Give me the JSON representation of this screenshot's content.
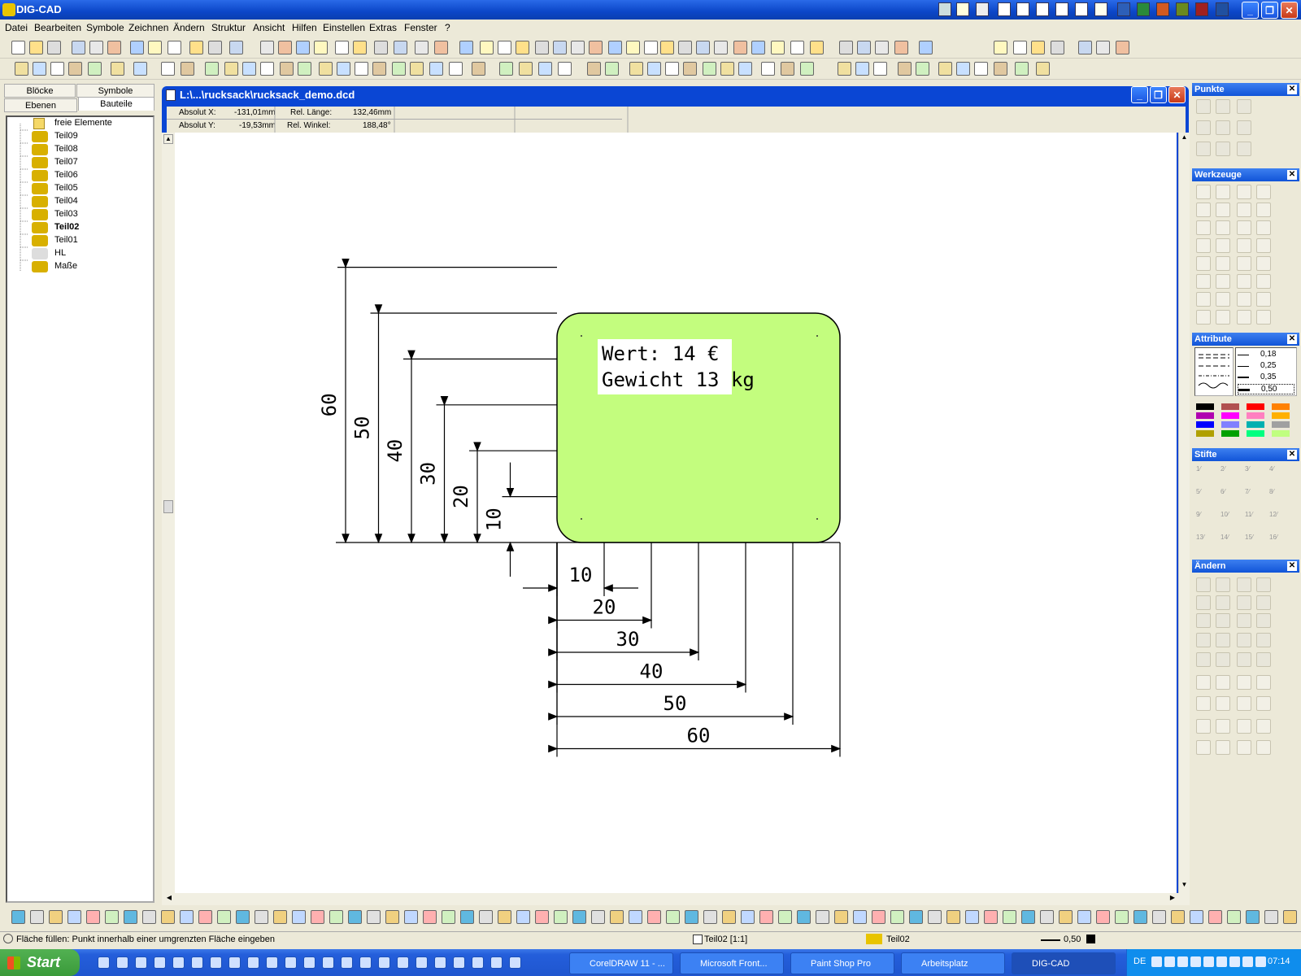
{
  "app": {
    "title": "DIG-CAD"
  },
  "menu": [
    "Datei",
    "Bearbeiten",
    "Symbole",
    "Zeichnen",
    "Ändern",
    "Struktur",
    "Ansicht",
    "Hilfen",
    "Einstellen",
    "Extras",
    "Fenster",
    "?"
  ],
  "left_panel": {
    "tabs": [
      "Blöcke",
      "Symbole",
      "Ebenen",
      "Bauteile"
    ],
    "tree": [
      "freie Elemente",
      "Teil09",
      "Teil08",
      "Teil07",
      "Teil06",
      "Teil05",
      "Teil04",
      "Teil03",
      "Teil02",
      "Teil01",
      "HL",
      "Maße"
    ],
    "active_item": "Teil02"
  },
  "drawing": {
    "title": "L:\\...\\rucksack\\rucksack_demo.dcd",
    "coords": {
      "abs_x_label": "Absolut X:",
      "abs_x": "-131,01mm",
      "abs_y_label": "Absolut Y:",
      "abs_y": "-19,53mm",
      "rel_len_label": "Rel. Länge:",
      "rel_len": "132,46mm",
      "rel_ang_label": "Rel. Winkel:",
      "rel_ang": "188,48°"
    },
    "shape_text": [
      "Wert: 14 €",
      "Gewicht 13 kg"
    ],
    "shape_color": "#c3fd7e",
    "vertical_dims": [
      "60",
      "50",
      "40",
      "30",
      "20",
      "10"
    ],
    "horizontal_dims": [
      "10",
      "20",
      "30",
      "40",
      "50",
      "60"
    ]
  },
  "right_panels": [
    "Punkte",
    "Werkzeuge",
    "Attribute",
    "Stifte",
    "Ändern"
  ],
  "attribute_widths": [
    "0,18",
    "0,25",
    "0,35",
    "0,50"
  ],
  "palette": [
    "#000000",
    "#b05050",
    "#ff0000",
    "#ff8000",
    "#b000b0",
    "#ff00ff",
    "#ff80c0",
    "#ffb000",
    "#0000ff",
    "#8080ff",
    "#00b0b0",
    "#a0a0a0",
    "#b0a000",
    "#00a000",
    "#00ff80",
    "#c0ff80"
  ],
  "stifte": [
    "1",
    "2",
    "3",
    "4",
    "5",
    "6",
    "7",
    "8",
    "9",
    "10",
    "11",
    "12",
    "13",
    "14",
    "15",
    "16"
  ],
  "status": {
    "hint": "Fläche füllen: Punkt innerhalb einer umgrenzten Fläche eingeben",
    "view": "Teil02 [1:1]",
    "layer": "Teil02",
    "linewidth": "0,50"
  },
  "taskbar": {
    "start": "Start",
    "tasks": [
      "CorelDRAW 11 - ...",
      "Microsoft Front...",
      "Paint Shop Pro",
      "Arbeitsplatz",
      "DIG-CAD"
    ],
    "lang": "DE",
    "time": "07:14"
  }
}
